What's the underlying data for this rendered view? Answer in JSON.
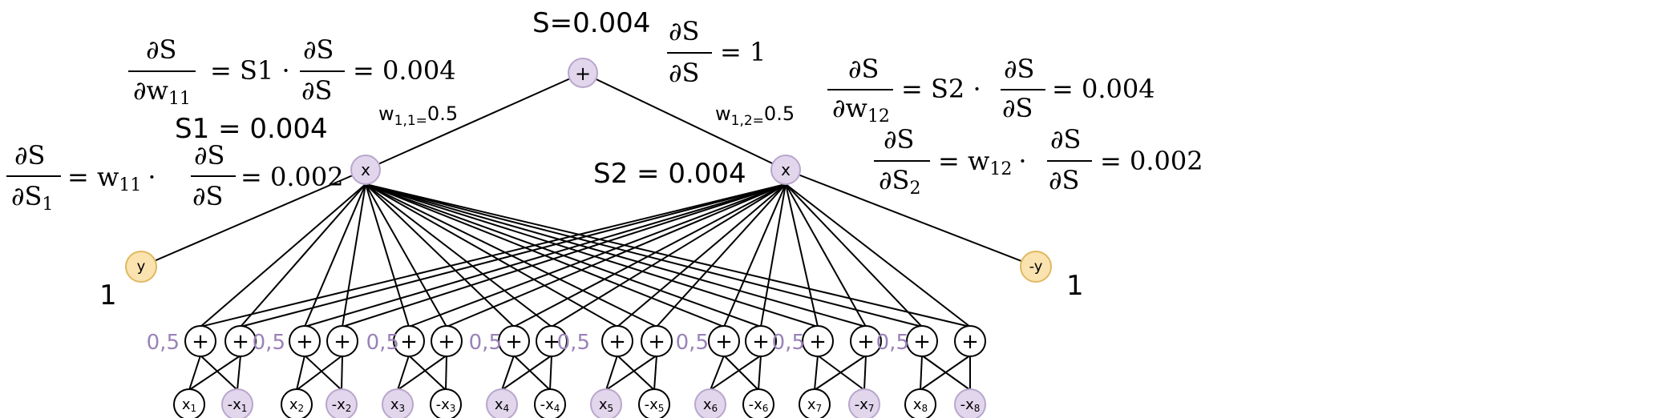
{
  "colors": {
    "purple_node": "#e2d6ec",
    "orange_node": "#fbe3b0",
    "white_node": "#ffffff",
    "purple_text": "#9a82b8",
    "stroke": "#000000"
  },
  "top": {
    "sum_label": "S=0.004",
    "sum_node": "+",
    "ds_ds_num": "∂S",
    "ds_ds_den": "∂S",
    "ds_ds_val": "= 1"
  },
  "left": {
    "grad_w11_num": "∂S",
    "grad_w11_den": "∂w",
    "grad_w11_den_sub": "11",
    "grad_w11_mid": "= S1 ·",
    "grad_w11_num2": "∂S",
    "grad_w11_den2": "∂S",
    "grad_w11_val": "= 0.004",
    "weight_label": "w",
    "weight_sub": "1,1=",
    "weight_val": "0.5",
    "s1_label": "S1 = 0.004",
    "grad_s1_num": "∂S",
    "grad_s1_den": "∂S",
    "grad_s1_den_sub": "1",
    "grad_s1_mid": "= w",
    "grad_s1_mid_sub": "11",
    "grad_s1_dot": "·",
    "grad_s1_num2": "∂S",
    "grad_s1_den2": "∂S",
    "grad_s1_val": "= 0.002",
    "mult_node": "x",
    "y_node": "y",
    "y_value": "1"
  },
  "right": {
    "weight_label": "w",
    "weight_sub": "1,2=",
    "weight_val": "0.5",
    "grad_w12_num": "∂S",
    "grad_w12_den": "∂w",
    "grad_w12_den_sub": "12",
    "grad_w12_mid": "= S2 ·",
    "grad_w12_num2": "∂S",
    "grad_w12_den2": "∂S",
    "grad_w12_val": "= 0.004",
    "s2_label": "S2 = 0.004",
    "grad_s2_num": "∂S",
    "grad_s2_den": "∂S",
    "grad_s2_den_sub": "2",
    "grad_s2_mid": "= w",
    "grad_s2_mid_sub": "12",
    "grad_s2_dot": "·",
    "grad_s2_num2": "∂S",
    "grad_s2_den2": "∂S",
    "grad_s2_val": "= 0.002",
    "mult_node": "x",
    "neg_y_node": "-y",
    "neg_y_value": "1"
  },
  "half_label": "0,5",
  "plus_symbol": "+",
  "literals": [
    {
      "sign": "",
      "index": "1",
      "shaded": false
    },
    {
      "sign": "-",
      "index": "1",
      "shaded": true
    },
    {
      "sign": "",
      "index": "2",
      "shaded": false
    },
    {
      "sign": "-",
      "index": "2",
      "shaded": true
    },
    {
      "sign": "",
      "index": "3",
      "shaded": true
    },
    {
      "sign": "-",
      "index": "3",
      "shaded": false
    },
    {
      "sign": "",
      "index": "4",
      "shaded": true
    },
    {
      "sign": "-",
      "index": "4",
      "shaded": false
    },
    {
      "sign": "",
      "index": "5",
      "shaded": true
    },
    {
      "sign": "-",
      "index": "5",
      "shaded": false
    },
    {
      "sign": "",
      "index": "6",
      "shaded": true
    },
    {
      "sign": "-",
      "index": "6",
      "shaded": false
    },
    {
      "sign": "",
      "index": "7",
      "shaded": false
    },
    {
      "sign": "-",
      "index": "7",
      "shaded": true
    },
    {
      "sign": "",
      "index": "8",
      "shaded": false
    },
    {
      "sign": "-",
      "index": "8",
      "shaded": true
    }
  ]
}
